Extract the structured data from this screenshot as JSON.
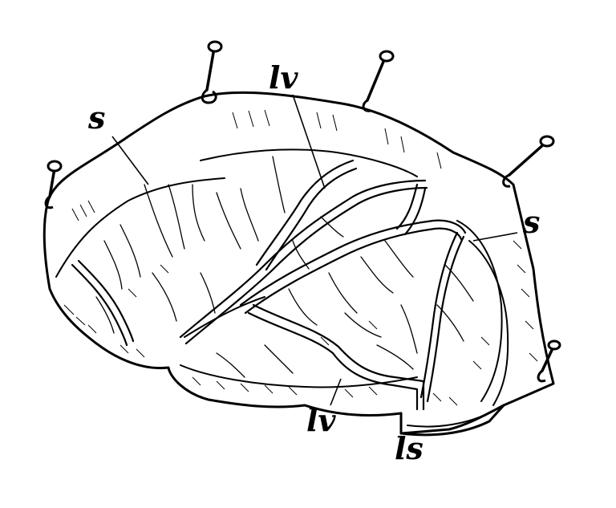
{
  "figure": {
    "labels": {
      "s_upper_left": "s",
      "lv_top": "lv",
      "s_right": "s",
      "lv_bottom": "lv",
      "ls": "ls"
    },
    "pin_count": 5,
    "colors": {
      "ink": "#000000",
      "paper": "#ffffff"
    }
  }
}
